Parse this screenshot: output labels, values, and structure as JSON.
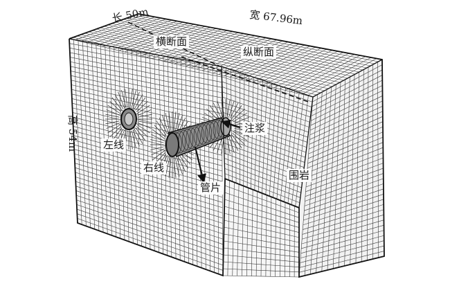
{
  "labels": {
    "length": "长 50m",
    "width": "宽 67.96m",
    "height": "高 54m",
    "cross_section": "横断面",
    "longitudinal_section": "纵断面",
    "grouting": "注浆",
    "left_line": "左线",
    "right_line": "右线",
    "segment": "管片",
    "surrounding_rock": "围岩"
  },
  "colors": {
    "mesh_line": "#3a3a3a",
    "face_fill": "#fbfbfb",
    "outline": "#111111",
    "tunnel_fill": "#8a8a8a"
  }
}
